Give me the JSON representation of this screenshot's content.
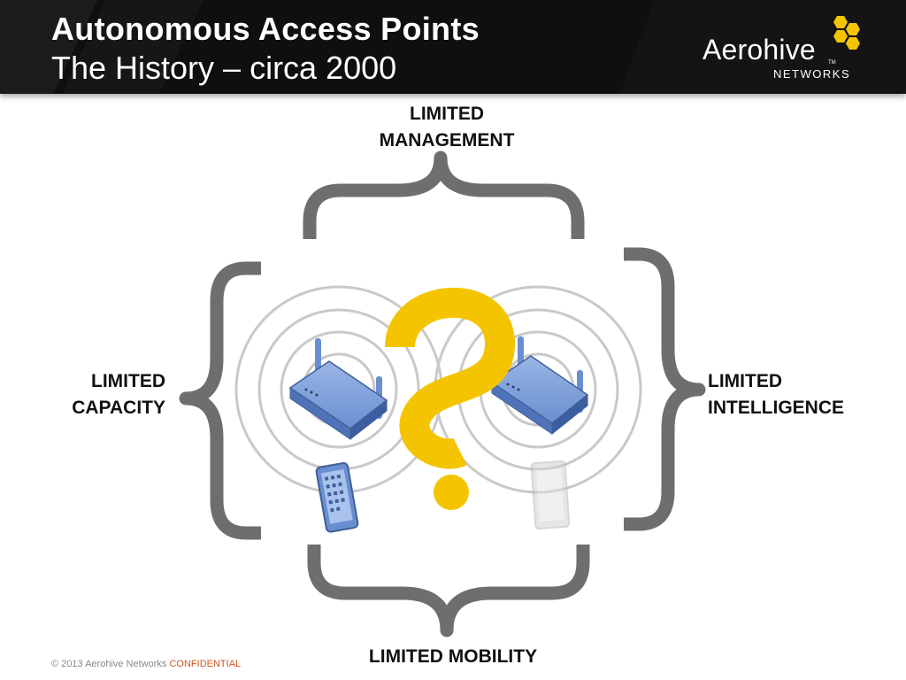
{
  "header": {
    "title": "Autonomous Access Points",
    "subtitle": "The History – circa 2000"
  },
  "logo": {
    "wordmark": "Aerohive",
    "tm": "TM",
    "subword": "NETWORKS",
    "color": "#f5c400"
  },
  "labels": {
    "top_line1": "LIMITED",
    "top_line2": "MANAGEMENT",
    "left_line1": "LIMITED",
    "left_line2": "CAPACITY",
    "right_line1": "LIMITED",
    "right_line2": "INTELLIGENCE",
    "bottom": "LIMITED MOBILITY"
  },
  "footer": {
    "copyright": "© 2013 Aerohive Networks",
    "confidential": "CONFIDENTIAL"
  },
  "colors": {
    "brace": "#6e6e6e",
    "question_mark": "#f5c400",
    "access_point": "#6a8fd0",
    "rings": "#c9c9c9"
  },
  "icons": {
    "access_points": [
      "access-point-icon",
      "access-point-icon"
    ],
    "devices": [
      "tablet-icon",
      "tablet-icon"
    ],
    "center": "question-mark-icon"
  }
}
